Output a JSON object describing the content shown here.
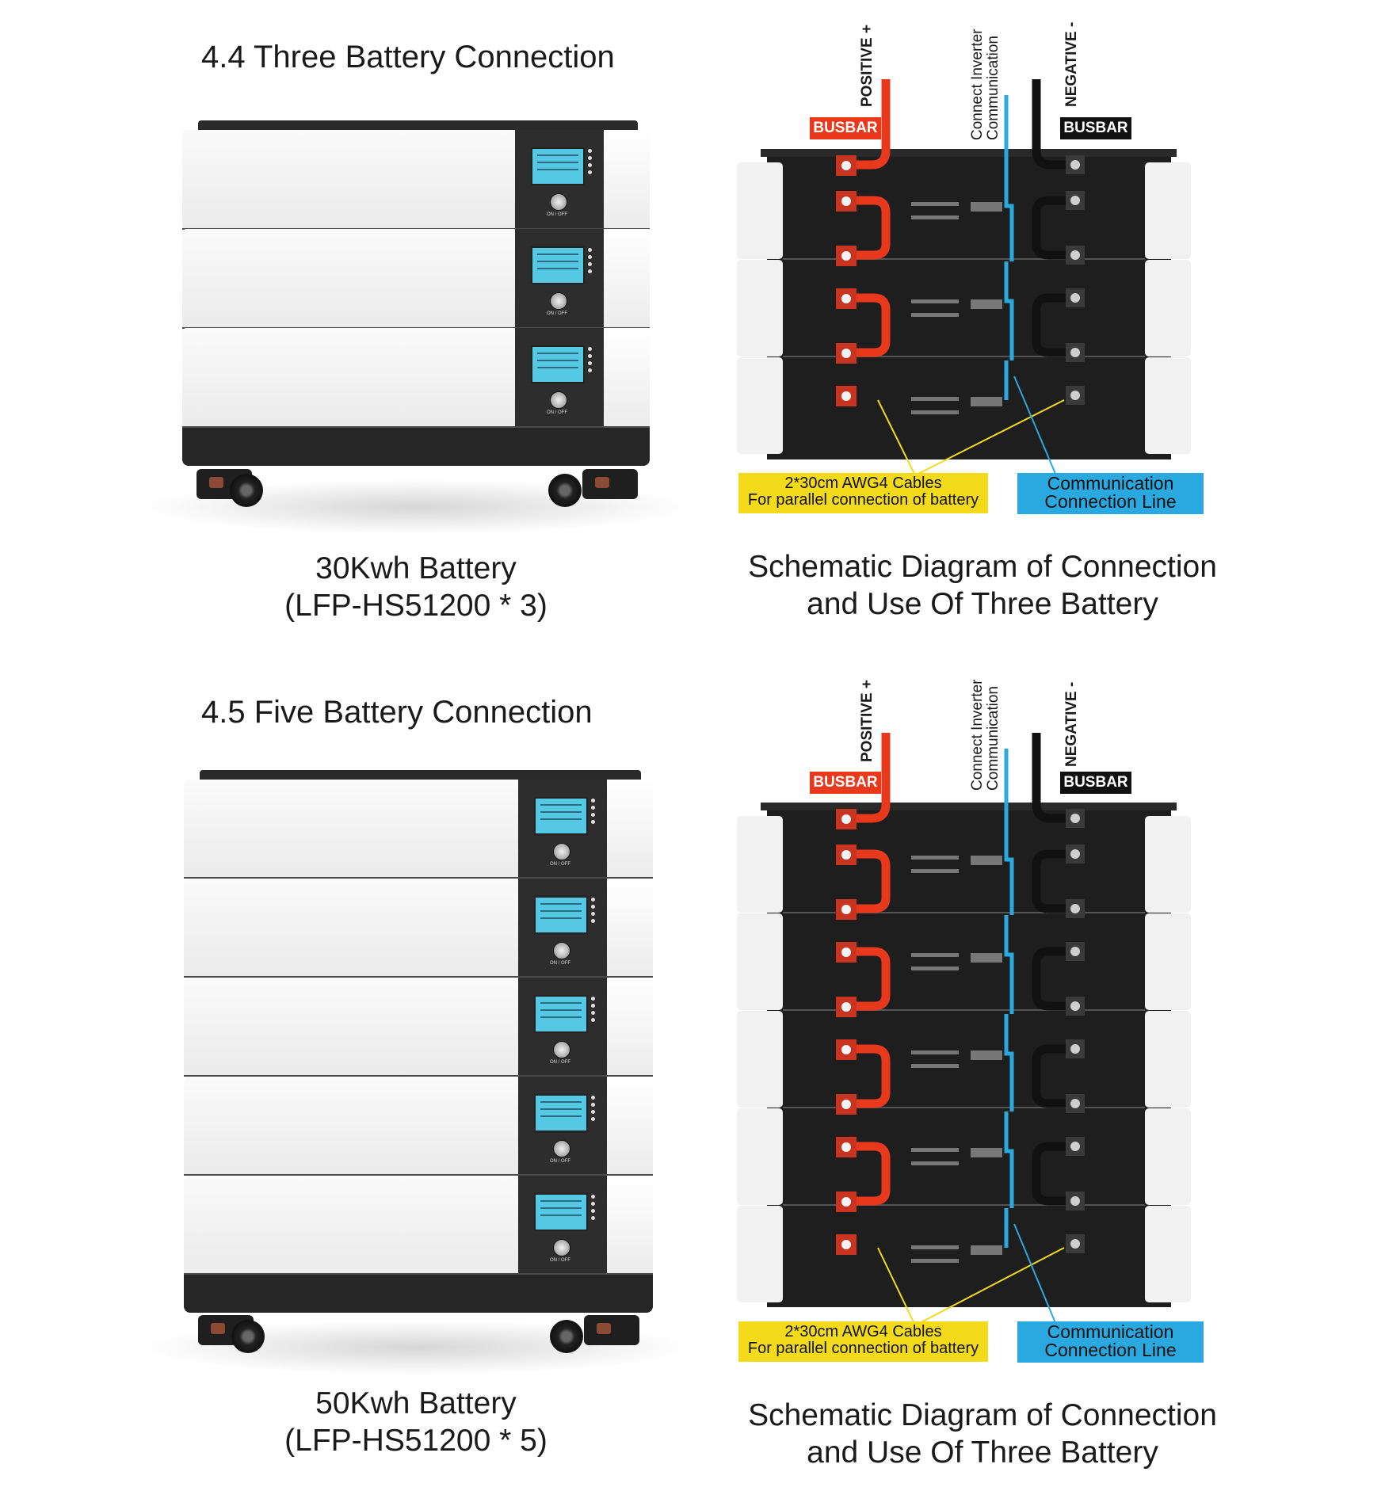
{
  "sections": [
    {
      "title": "4.4 Three Battery Connection",
      "product_caption": [
        "30Kwh Battery",
        "(LFP-HS51200 * 3)"
      ],
      "diagram_caption": [
        "Schematic Diagram of Connection",
        "and Use Of Three Battery"
      ],
      "modules": 3
    },
    {
      "title": "4.5 Five Battery Connection",
      "product_caption": [
        "50Kwh Battery",
        "(LFP-HS51200 * 5)"
      ],
      "diagram_caption": [
        "Schematic Diagram of Connection",
        "and Use Of Three Battery"
      ],
      "modules": 5
    }
  ],
  "diagram_labels": {
    "positive": "POSITIVE +",
    "negative": "NEGATIVE -",
    "inverter_comm": [
      "Connect Inverter",
      "Communication"
    ],
    "busbar": "BUSBAR",
    "cables_note": [
      "2*30cm AWG4 Cables",
      "For parallel connection of battery"
    ],
    "comm_note": [
      "Communication",
      "Connection Line"
    ]
  },
  "battery_panel": {
    "on_off": "ON / OFF"
  },
  "colors": {
    "positive_cable": "#e8391d",
    "negative_cable": "#111111",
    "comm_cable": "#2aa9e0",
    "busbar_positive_tag": "#e8391d",
    "busbar_negative_tag": "#111111",
    "note_yellow": "#f3da1a",
    "note_blue": "#2aa9e0"
  }
}
